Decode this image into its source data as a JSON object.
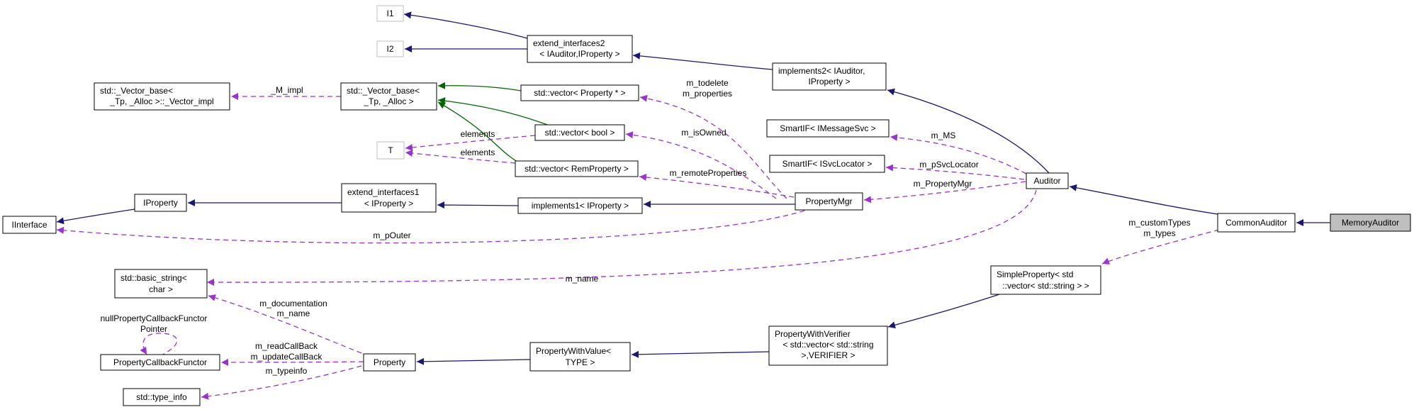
{
  "nodes": {
    "I1": [
      "I1"
    ],
    "I2": [
      "I2"
    ],
    "extend2": [
      "extend_interfaces2",
      "< IAuditor,IProperty >"
    ],
    "impl2": [
      "implements2< IAuditor,",
      "IProperty >"
    ],
    "vimpl": [
      "std::_Vector_base<",
      "_Tp, _Alloc >::_Vector_impl"
    ],
    "vbase": [
      "std::_Vector_base<",
      "_Tp, _Alloc >"
    ],
    "vprop": [
      "std::vector< Property * >"
    ],
    "vbool": [
      "std::vector< bool >"
    ],
    "vrem": [
      "std::vector< RemProperty >"
    ],
    "T": [
      "T"
    ],
    "msgsvc": [
      "SmartIF< IMessageSvc >"
    ],
    "svcloc": [
      "SmartIF< ISvcLocator >"
    ],
    "auditor": [
      "Auditor"
    ],
    "iinterface": [
      "IInterface"
    ],
    "iproperty": [
      "IProperty"
    ],
    "extend1": [
      "extend_interfaces1",
      "< IProperty >"
    ],
    "impl1": [
      "implements1< IProperty >"
    ],
    "propmgr": [
      "PropertyMgr"
    ],
    "common": [
      "CommonAuditor"
    ],
    "memory": [
      "MemoryAuditor"
    ],
    "basicstr": [
      "std::basic_string<",
      "char >"
    ],
    "simpleprop": [
      "SimpleProperty< std",
      "::vector< std::string > >"
    ],
    "pcbf": [
      "PropertyCallbackFunctor"
    ],
    "property": [
      "Property"
    ],
    "pwv": [
      "PropertyWithValue<",
      "TYPE >"
    ],
    "pwver": [
      "PropertyWithVerifier",
      "< std::vector< std::string",
      ">,VERIFIER >"
    ],
    "typeinfo": [
      "std::type_info"
    ]
  },
  "edge_labels": {
    "m_impl": [
      "_M_impl"
    ],
    "m_todelete": [
      "m_todelete",
      "m_properties"
    ],
    "m_isOwned": [
      "m_isOwned"
    ],
    "elements1": [
      "elements"
    ],
    "elements2": [
      "elements"
    ],
    "m_remote": [
      "m_remoteProperties"
    ],
    "m_MS": [
      "m_MS"
    ],
    "m_pSvc": [
      "m_pSvcLocator"
    ],
    "m_PMgr": [
      "m_PropertyMgr"
    ],
    "m_custom": [
      "m_customTypes",
      "m_types"
    ],
    "m_pOuter": [
      "m_pOuter"
    ],
    "m_name": [
      "m_name"
    ],
    "m_doc": [
      "m_documentation",
      "m_name"
    ],
    "nullcb": [
      "nullPropertyCallbackFunctor",
      "Pointer"
    ],
    "m_read": [
      "m_readCallBack",
      "m_updateCallBack"
    ],
    "m_typeinfo": [
      "m_typeinfo"
    ]
  }
}
